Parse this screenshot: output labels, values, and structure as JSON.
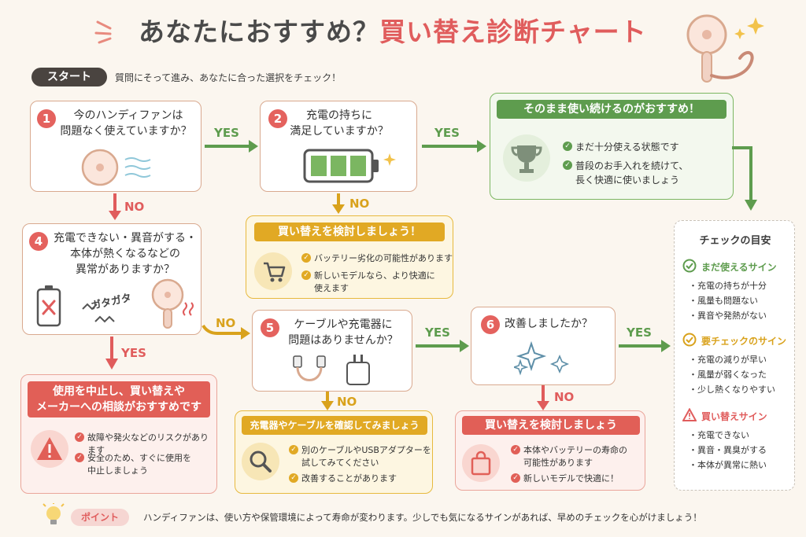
{
  "title": {
    "part1": "あなたにおすすめ？",
    "part2": "買い替え診断チャート"
  },
  "start": {
    "pill": "スタート",
    "text": "質問にそって進み、あなたに合った選択をチェック！"
  },
  "q1": {
    "num": "1",
    "line1": "今のハンディファンは",
    "line2": "問題なく使えていますか？"
  },
  "q2": {
    "num": "2",
    "line1": "充電の持ちに",
    "line2": "満足していますか？"
  },
  "q4": {
    "num": "4",
    "line1": "充電できない・異音がする・",
    "line2": "本体が熱くなるなどの",
    "line3": "異常がありますか？",
    "sound": "ガタガタ"
  },
  "q5": {
    "num": "5",
    "line1": "ケーブルや充電器に",
    "line2": "問題はありませんか？"
  },
  "q6": {
    "num": "6",
    "line1": "改善しましたか？"
  },
  "labels": {
    "yes": "YES",
    "no": "NO"
  },
  "result_keep": {
    "header": "そのまま使い続けるのがおすすめ！",
    "items": [
      "まだ十分使える状態です",
      "普段のお手入れを続けて、",
      "長く快適に使いましょう"
    ]
  },
  "result_consider": {
    "header": "買い替えを検討しましょう！",
    "items": [
      "バッテリー劣化の可能性があります",
      "新しいモデルなら、より快適に",
      "使えます"
    ]
  },
  "result_stop": {
    "header_line1": "使用を中止し、買い替えや",
    "header_line2": "メーカーへの相談がおすすめです",
    "items": [
      "故障や発火などのリスクがあります",
      "安全のため、すぐに使用を",
      "中止しましょう"
    ]
  },
  "result_check": {
    "header": "充電器やケーブルを確認してみましょう",
    "items": [
      "別のケーブルやUSBアダプターを",
      "試してみてください",
      "改善することがあります"
    ]
  },
  "result_replace": {
    "header": "買い替えを検討しましょう",
    "items": [
      "本体やバッテリーの寿命の",
      "可能性があります",
      "新しいモデルで快適に！"
    ]
  },
  "sidebar": {
    "title": "チェックの目安",
    "ok_head": "まだ使えるサイン",
    "ok_items": [
      "・充電の持ちが十分",
      "・風量も問題ない",
      "・異音や発熱がない"
    ],
    "warn_head": "要チェックのサイン",
    "warn_items": [
      "・充電の減りが早い",
      "・風量が弱くなった",
      "・少し熱くなりやすい"
    ],
    "bad_head": "買い替えサイン",
    "bad_items": [
      "・充電できない",
      "・異音・異臭がする",
      "・本体が異常に熱い"
    ]
  },
  "footer": {
    "pill": "ポイント",
    "text": "ハンディファンは、使い方や保管環境によって寿命が変わります。少しでも気になるサインがあれば、早めのチェックを心がけましょう！"
  },
  "colors": {
    "green": "#5e9c4e",
    "yellow": "#d9a21c",
    "red": "#e05c5c",
    "dark": "#4a4440"
  }
}
